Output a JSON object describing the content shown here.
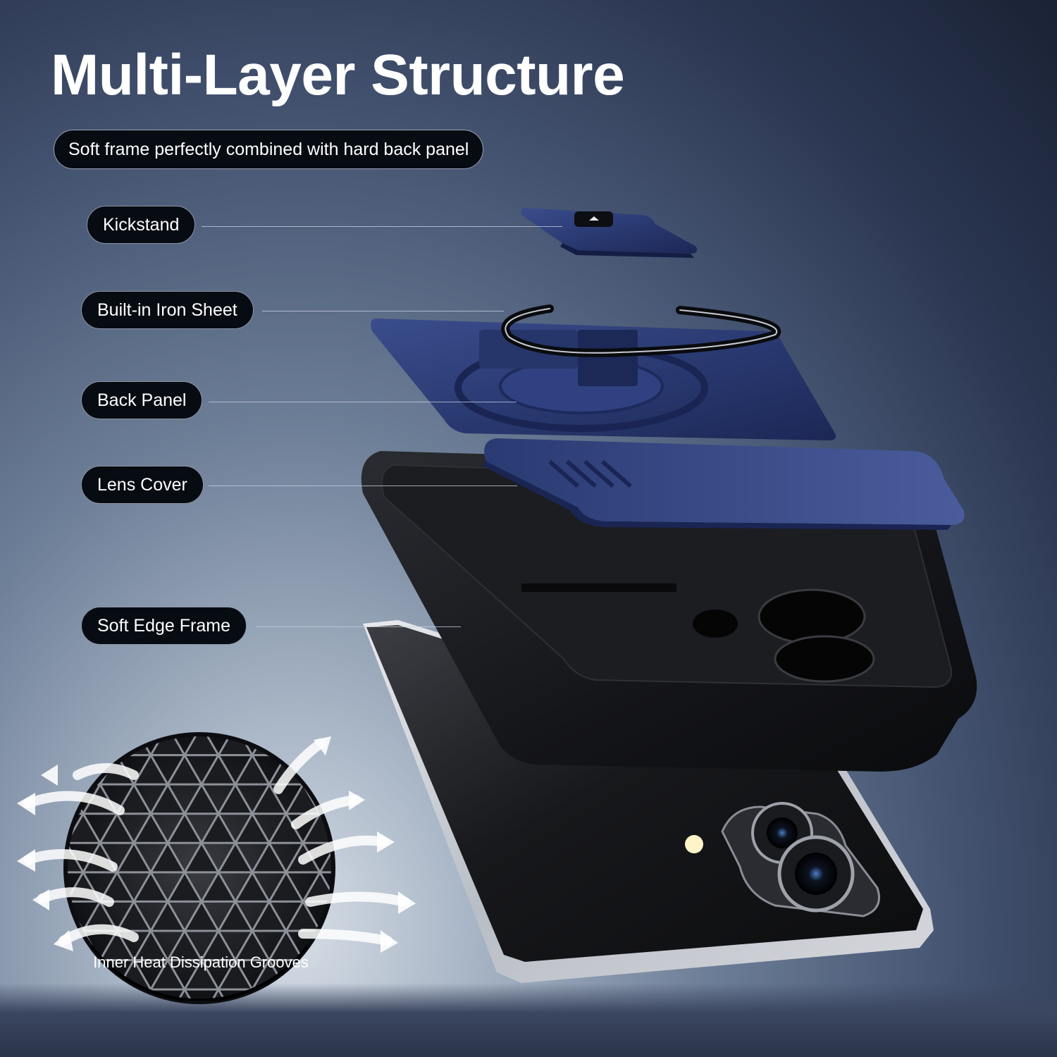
{
  "title": "Multi-Layer Structure",
  "subtitle": "Soft frame perfectly combined with hard back panel",
  "callouts": [
    {
      "label": "Kickstand"
    },
    {
      "label": "Built-in Iron Sheet"
    },
    {
      "label": "Back Panel"
    },
    {
      "label": "Lens Cover"
    },
    {
      "label": "Soft Edge Frame"
    }
  ],
  "heat_label": "Inner Heat Dissipation Grooves",
  "colors": {
    "case_blue": "#2a3a72",
    "frame_black": "#111216",
    "phone_silver": "#c9ccd2",
    "label_bg": "#070b12"
  },
  "icons": [
    "kickstand-part",
    "magnetic-ring",
    "back-panel-part",
    "lens-cover-part",
    "soft-frame-part",
    "phone-body",
    "triangle-mesh",
    "airflow-arrows"
  ]
}
